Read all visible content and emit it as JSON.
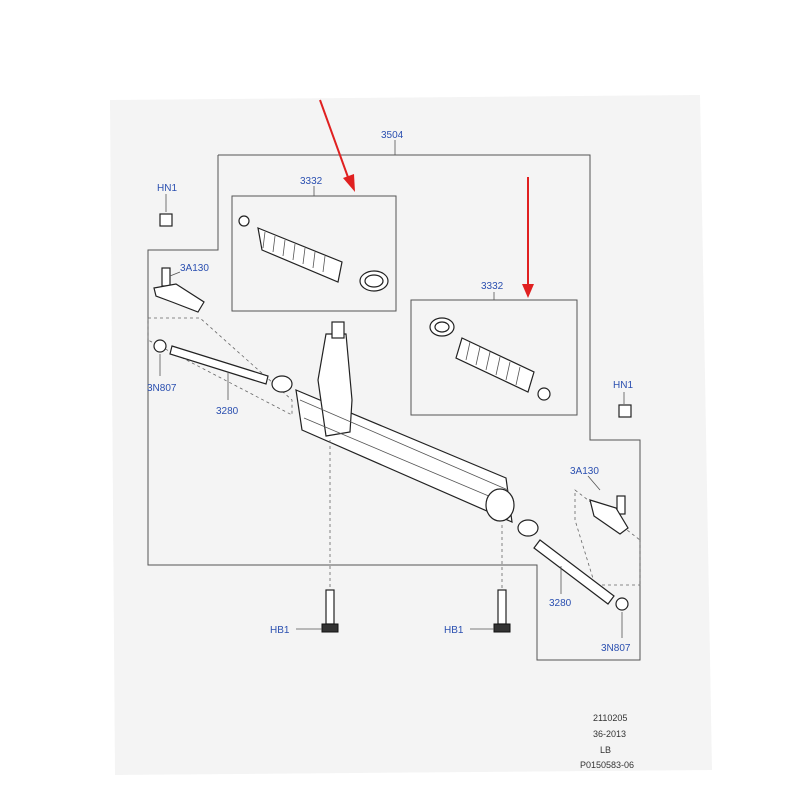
{
  "labels": {
    "assembly": "3504",
    "boot_left": "3332",
    "boot_right": "3332",
    "nut_left": "HN1",
    "nut_right": "HN1",
    "end_left": "3A130",
    "end_right": "3A130",
    "locknut_left": "3N807",
    "locknut_right": "3N807",
    "rod_left": "3280",
    "rod_right": "3280",
    "bolt_left": "HB1",
    "bolt_right": "HB1"
  },
  "footer": {
    "line1": "2110205",
    "line2": "36-2013",
    "line3": "LB",
    "line4": "P0150583-06"
  },
  "colors": {
    "label_blue": "#2a4fb0",
    "arrow_red": "#e02020",
    "background_panel": "#f4f4f4"
  }
}
